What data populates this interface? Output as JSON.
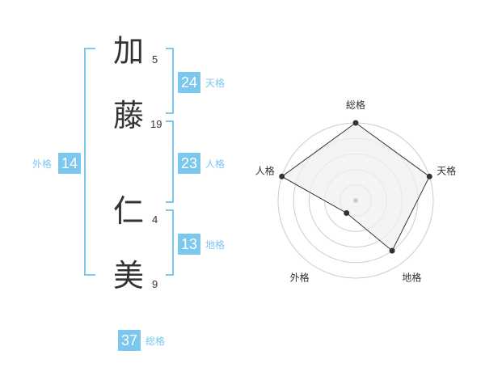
{
  "name": {
    "characters": [
      {
        "char": "加",
        "strokes": "5"
      },
      {
        "char": "藤",
        "strokes": "19"
      },
      {
        "char": "仁",
        "strokes": "4"
      },
      {
        "char": "美",
        "strokes": "9"
      }
    ]
  },
  "fortunes": {
    "tenkaku": {
      "value": "24",
      "label": "天格"
    },
    "jinkaku": {
      "value": "23",
      "label": "人格"
    },
    "chikaku": {
      "value": "13",
      "label": "地格"
    },
    "gaikaku": {
      "value": "14",
      "label": "外格"
    },
    "soukaku": {
      "value": "37",
      "label": "総格"
    }
  },
  "chart_data": {
    "type": "radar",
    "axes": [
      "総格",
      "天格",
      "地格",
      "外格",
      "人格"
    ],
    "values": [
      5,
      5,
      4,
      1,
      5
    ],
    "max": 5,
    "rings": 5,
    "colors": {
      "accent": "#7cc7ee",
      "fill": "#f0f0f0",
      "line": "#333333",
      "ring": "#cccccc"
    }
  }
}
